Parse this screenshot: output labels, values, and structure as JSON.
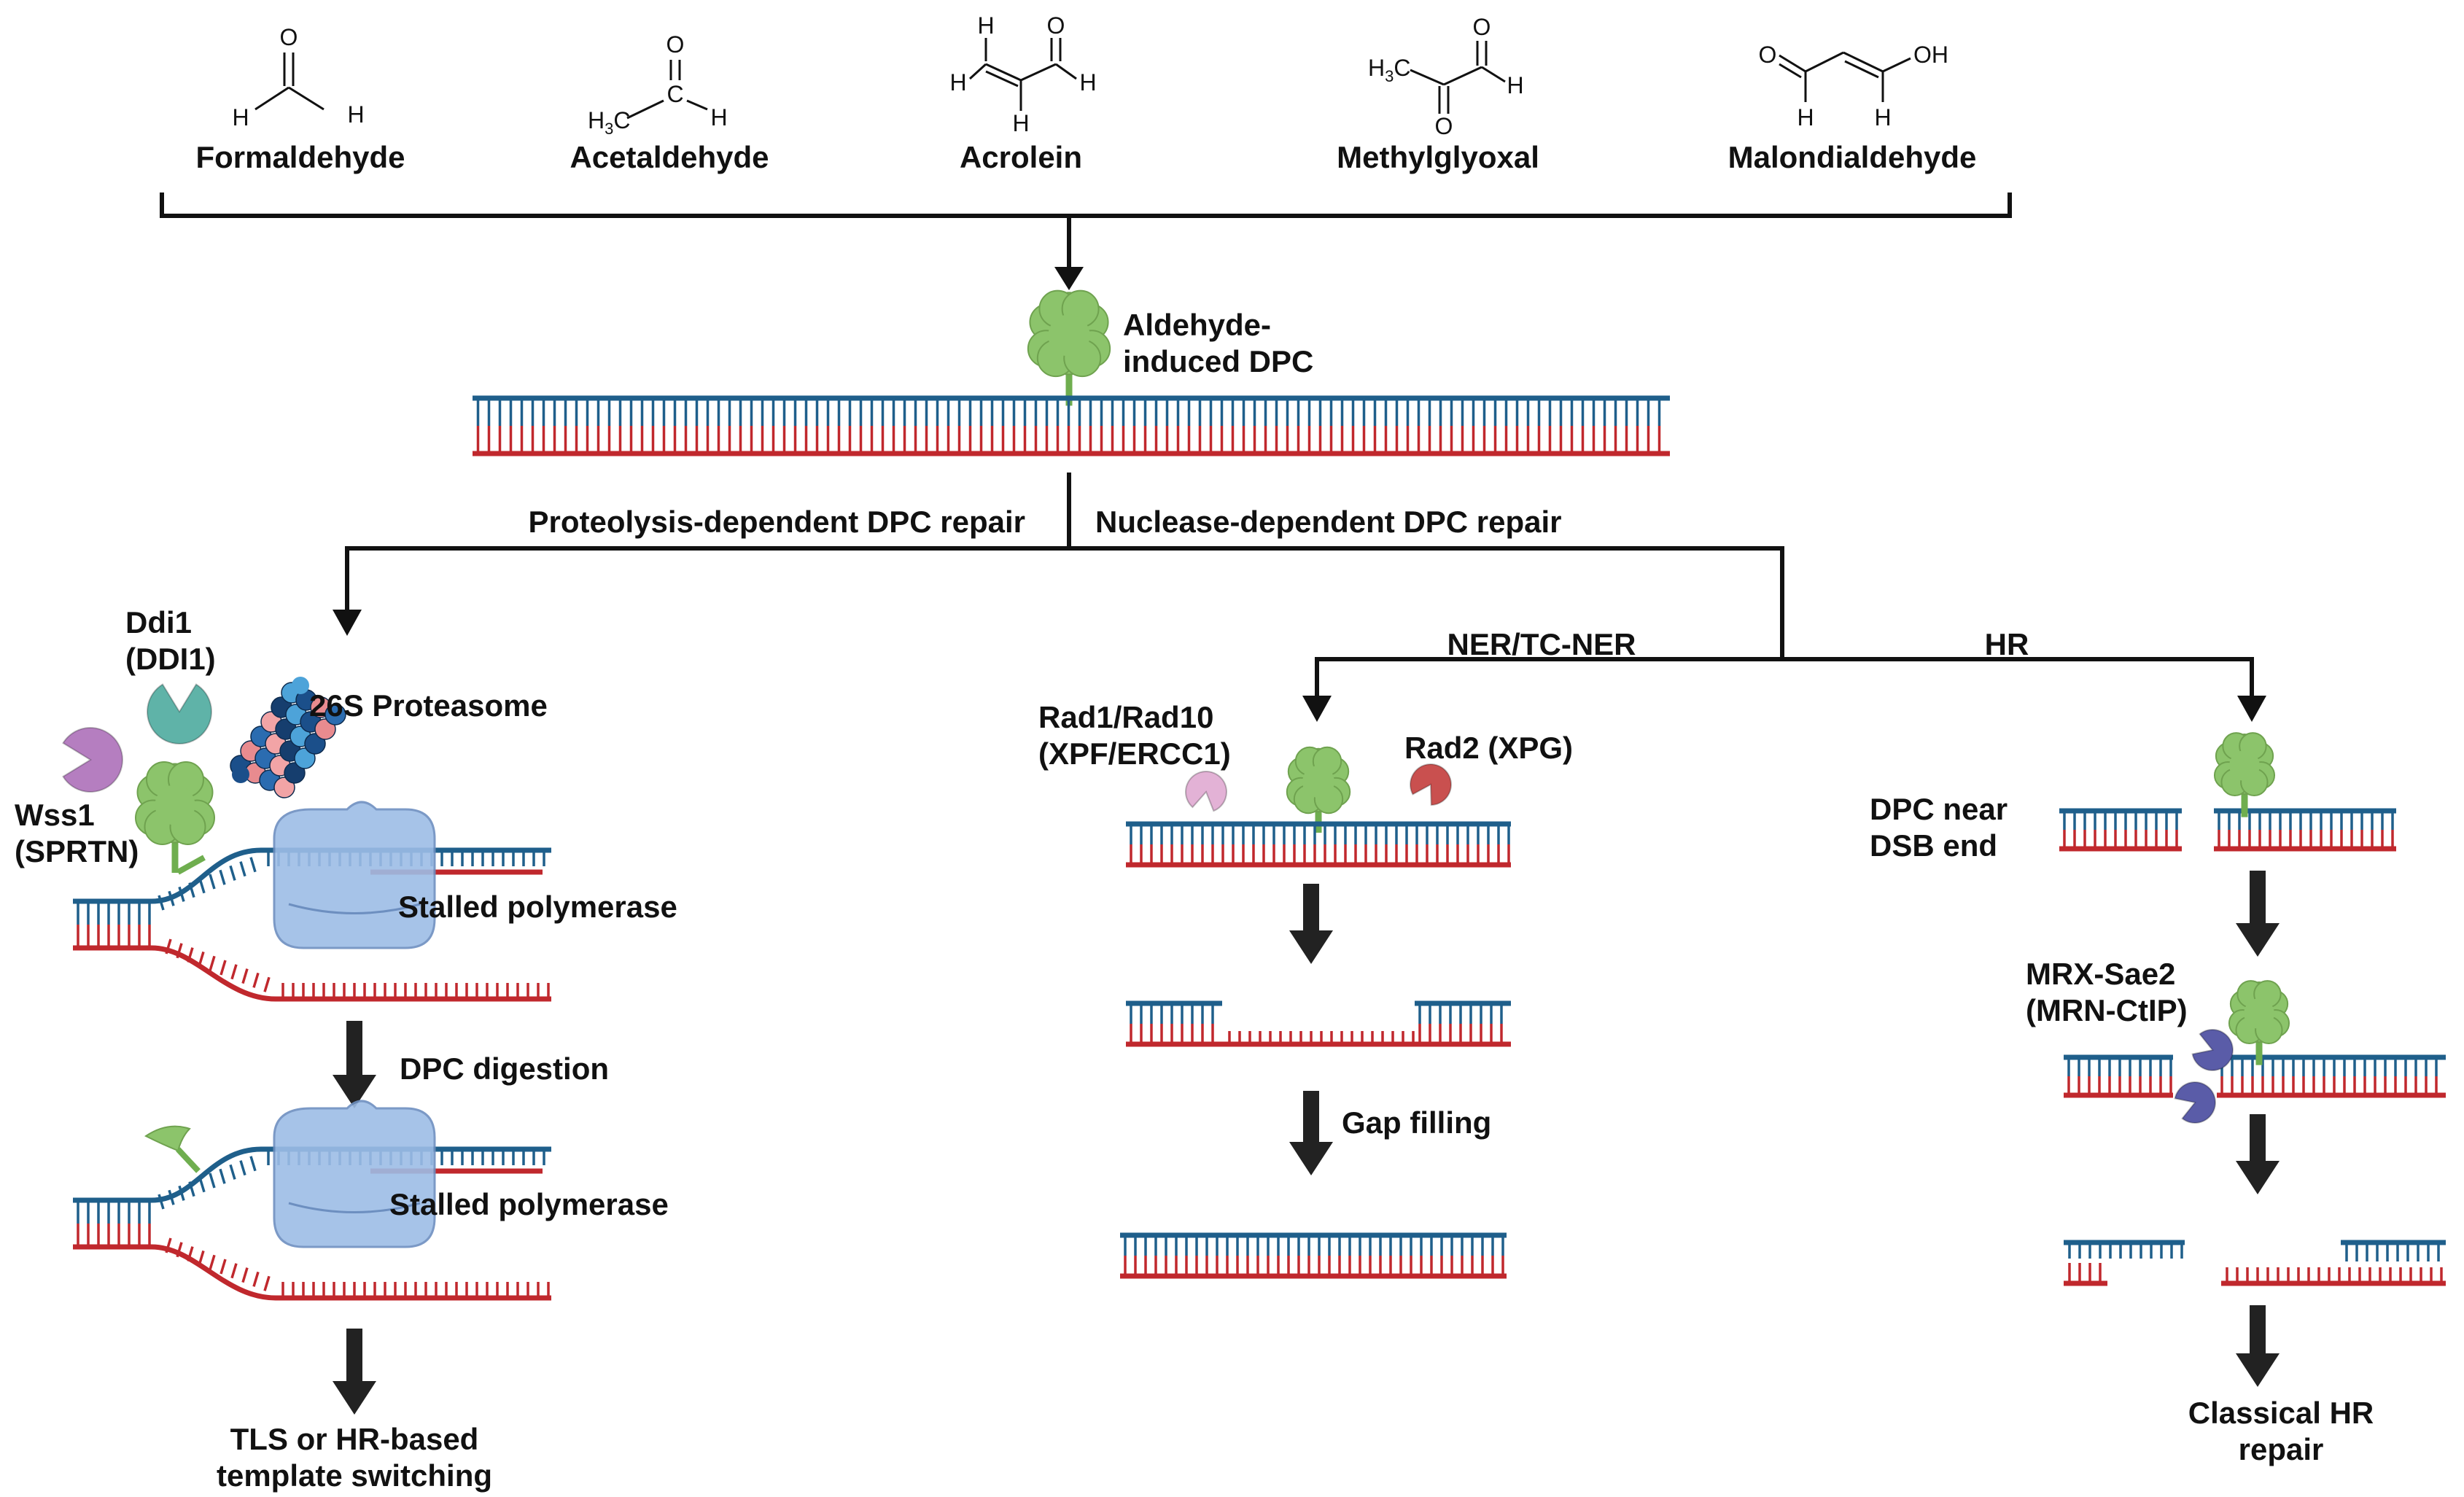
{
  "aldehydes": {
    "formaldehyde": "Formaldehyde",
    "acetaldehyde": "Acetaldehyde",
    "acrolein": "Acrolein",
    "methylglyoxal": "Methylglyoxal",
    "malondialdehyde": "Malondialdehyde"
  },
  "atoms": {
    "O": "O",
    "H": "H",
    "OH": "OH",
    "H3C": "H",
    "C": "C",
    "three": "3",
    "Cc": "C"
  },
  "dpc_label": {
    "line1": "Aldehyde-",
    "line2": "induced DPC"
  },
  "pathways": {
    "proteolysis": "Proteolysis-dependent DPC repair",
    "nuclease": "Nuclease-dependent DPC repair",
    "ner": "NER/TC-NER",
    "hr": "HR"
  },
  "proteolysis_branch": {
    "ddi1_line1": "Ddi1",
    "ddi1_line2": "(DDI1)",
    "proteasome": "26S Proteasome",
    "wss1_line1": "Wss1",
    "wss1_line2": "(SPRTN)",
    "stalled1": "Stalled polymerase",
    "dpc_digestion": "DPC digestion",
    "stalled2": "Stalled polymerase",
    "outcome_line1": "TLS or HR-based",
    "outcome_line2": "template switching"
  },
  "ner_branch": {
    "rad1_line1": "Rad1/Rad10",
    "rad1_line2": "(XPF/ERCC1)",
    "rad2": "Rad2 (XPG)",
    "gap_filling": "Gap filling"
  },
  "hr_branch": {
    "dsb_line1": "DPC near",
    "dsb_line2": "DSB end",
    "mrx_line1": "MRX-Sae2",
    "mrx_line2": "(MRN-CtIP)",
    "outcome_line1": "Classical HR",
    "outcome_line2": "repair"
  },
  "colors": {
    "top_strand": "#1f5f8b",
    "bottom_strand": "#c0282d",
    "protein": "#8cc46b",
    "polymerase": "#9dbde6",
    "wss1": "#b57ec0",
    "ddi1": "#5fb3a8",
    "rad1": "#e3b2d6",
    "rad2": "#c9504f",
    "mrx": "#5a5ca8",
    "arrows": "#222222"
  }
}
